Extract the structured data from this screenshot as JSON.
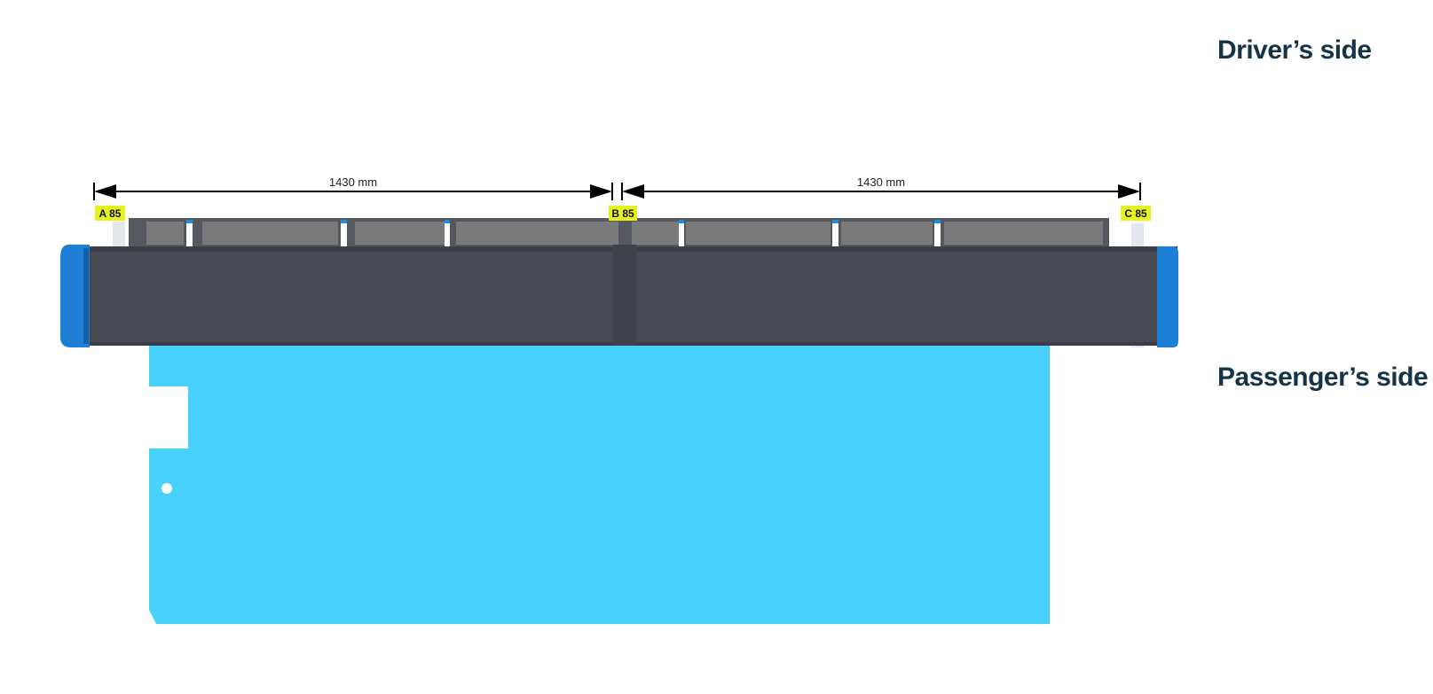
{
  "labels": {
    "driver_side": "Driver’s side",
    "passenger_side": "Passenger’s side"
  },
  "dimensions": [
    {
      "text": "1430 mm"
    },
    {
      "text": "1430 mm"
    }
  ],
  "mount_points": [
    {
      "tag": "A 85"
    },
    {
      "tag": "B 85"
    },
    {
      "tag": "C 85"
    }
  ],
  "colors": {
    "label": "#163447",
    "rack_body": "#474a53",
    "rack_top": "#5a5d63",
    "rack_slot": "#7a7a7a",
    "end_cap": "#1e7fd6",
    "vehicle_roof": "#47d1fb",
    "tag_background": "#e5f21d",
    "dimension_line": "#000000"
  }
}
